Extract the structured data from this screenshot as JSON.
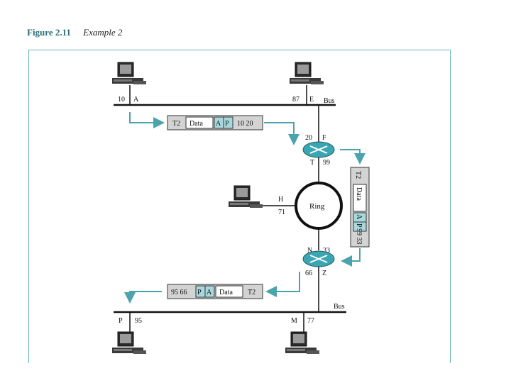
{
  "figure": {
    "number": "Figure 2.11",
    "caption": "Example 2"
  },
  "labels": {
    "top_bus": "Bus",
    "bottom_bus": "Bus",
    "ring": "Ring",
    "node_a_num": "10",
    "node_a_letter": "A",
    "node_e_num": "87",
    "node_e_letter": "E",
    "router1_top_num": "20",
    "router1_top_letter": "F",
    "router1_bottom_letter": "T",
    "router1_bottom_num": "99",
    "node_h_letter": "H",
    "node_h_num": "71",
    "router2_top_letter": "N",
    "router2_top_num": "33",
    "router2_bottom_num": "66",
    "router2_bottom_letter": "Z",
    "node_p_letter": "P",
    "node_p_num": "95",
    "node_m_letter": "M",
    "node_m_num": "77"
  },
  "frame1": {
    "trailer": "T2",
    "data": "Data",
    "app_addr": "A",
    "port_addr": "P",
    "phys_addr": "10 20"
  },
  "frame2": {
    "trailer": "T2",
    "data": "Data",
    "app_addr": "A",
    "port_addr": "P",
    "phys_addr": "99 33"
  },
  "frame3": {
    "phys_addr": "95 66",
    "port_addr": "P",
    "app_addr": "A",
    "data": "Data",
    "trailer": "T2"
  },
  "colors": {
    "teal": "#4aa3ad",
    "frame_border": "#66b5bd",
    "packet_fill": "#d3d3d3",
    "addr_fill": "#a8d8dc",
    "router": "#3aa6b2"
  }
}
